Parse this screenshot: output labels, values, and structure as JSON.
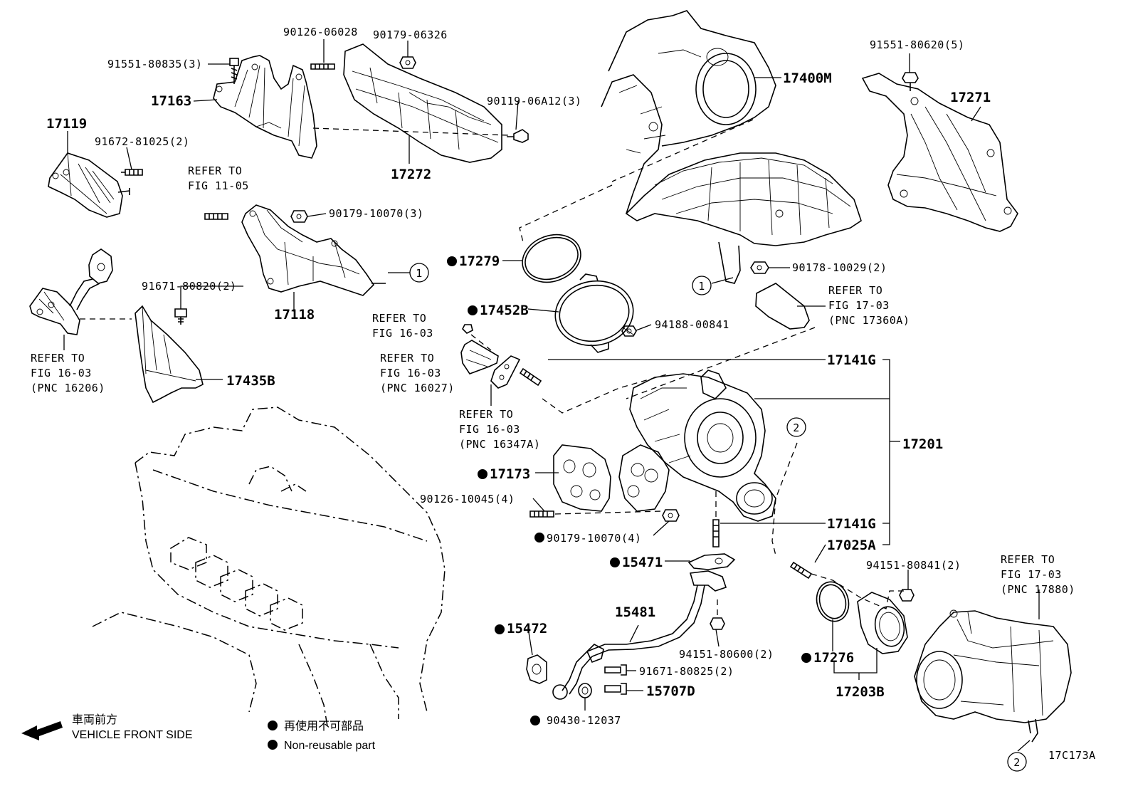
{
  "diagram_id": "17C173A",
  "legend": {
    "direction_jp": "車両前方",
    "direction_en": "VEHICLE FRONT SIDE",
    "nonreuse_jp": "再使用不可部品",
    "nonreuse_en": "Non-reusable part"
  },
  "labels": {
    "p90126_06028": "90126-06028",
    "p90179_06326": "90179-06326",
    "p91551_80835": "91551-80835(3)",
    "p17163": "17163",
    "p90119_06a12": "90119-06A12(3)",
    "p17119": "17119",
    "p91672_81025": "91672-81025(2)",
    "p17272": "17272",
    "p90179_10070_3": "90179-10070(3)",
    "p91671_80820": "91671-80820(2)",
    "p17118": "17118",
    "p17435b": "17435B",
    "p17400m": "17400M",
    "p91551_80620": "91551-80620(5)",
    "p17271": "17271",
    "p17279": "17279",
    "p90178_10029": "90178-10029(2)",
    "p17452b": "17452B",
    "p94188_00841": "94188-00841",
    "p17141g_a": "17141G",
    "p17201": "17201",
    "p17173": "17173",
    "p90126_10045": "90126-10045(4)",
    "p90179_10070_4": "90179-10070(4)",
    "p17141g_b": "17141G",
    "p17025a": "17025A",
    "p15471": "15471",
    "p94151_80841": "94151-80841(2)",
    "p15481": "15481",
    "p15472": "15472",
    "p94151_80600": "94151-80600(2)",
    "p17276": "17276",
    "p91671_80825": "91671-80825(2)",
    "p15707d": "15707D",
    "p17203b": "17203B",
    "p90430_12037": "90430-12037"
  },
  "refer": {
    "r1105_a": "REFER TO",
    "r1105_b": "FIG 11-05",
    "r16206_a": "REFER TO",
    "r16206_b": "FIG 16-03",
    "r16206_c": "(PNC 16206)",
    "r1603_a": "REFER TO",
    "r1603_b": "FIG 16-03",
    "r16027_a": "REFER TO",
    "r16027_b": "FIG 16-03",
    "r16027_c": "(PNC 16027)",
    "r16347_a": "REFER TO",
    "r16347_b": "FIG 16-03",
    "r16347_c": "(PNC 16347A)",
    "r17360_a": "REFER TO",
    "r17360_b": "FIG 17-03",
    "r17360_c": "(PNC 17360A)",
    "r17880_a": "REFER TO",
    "r17880_b": "FIG 17-03",
    "r17880_c": "(PNC 17880)"
  },
  "callouts": {
    "c1": "1",
    "c2": "2"
  }
}
